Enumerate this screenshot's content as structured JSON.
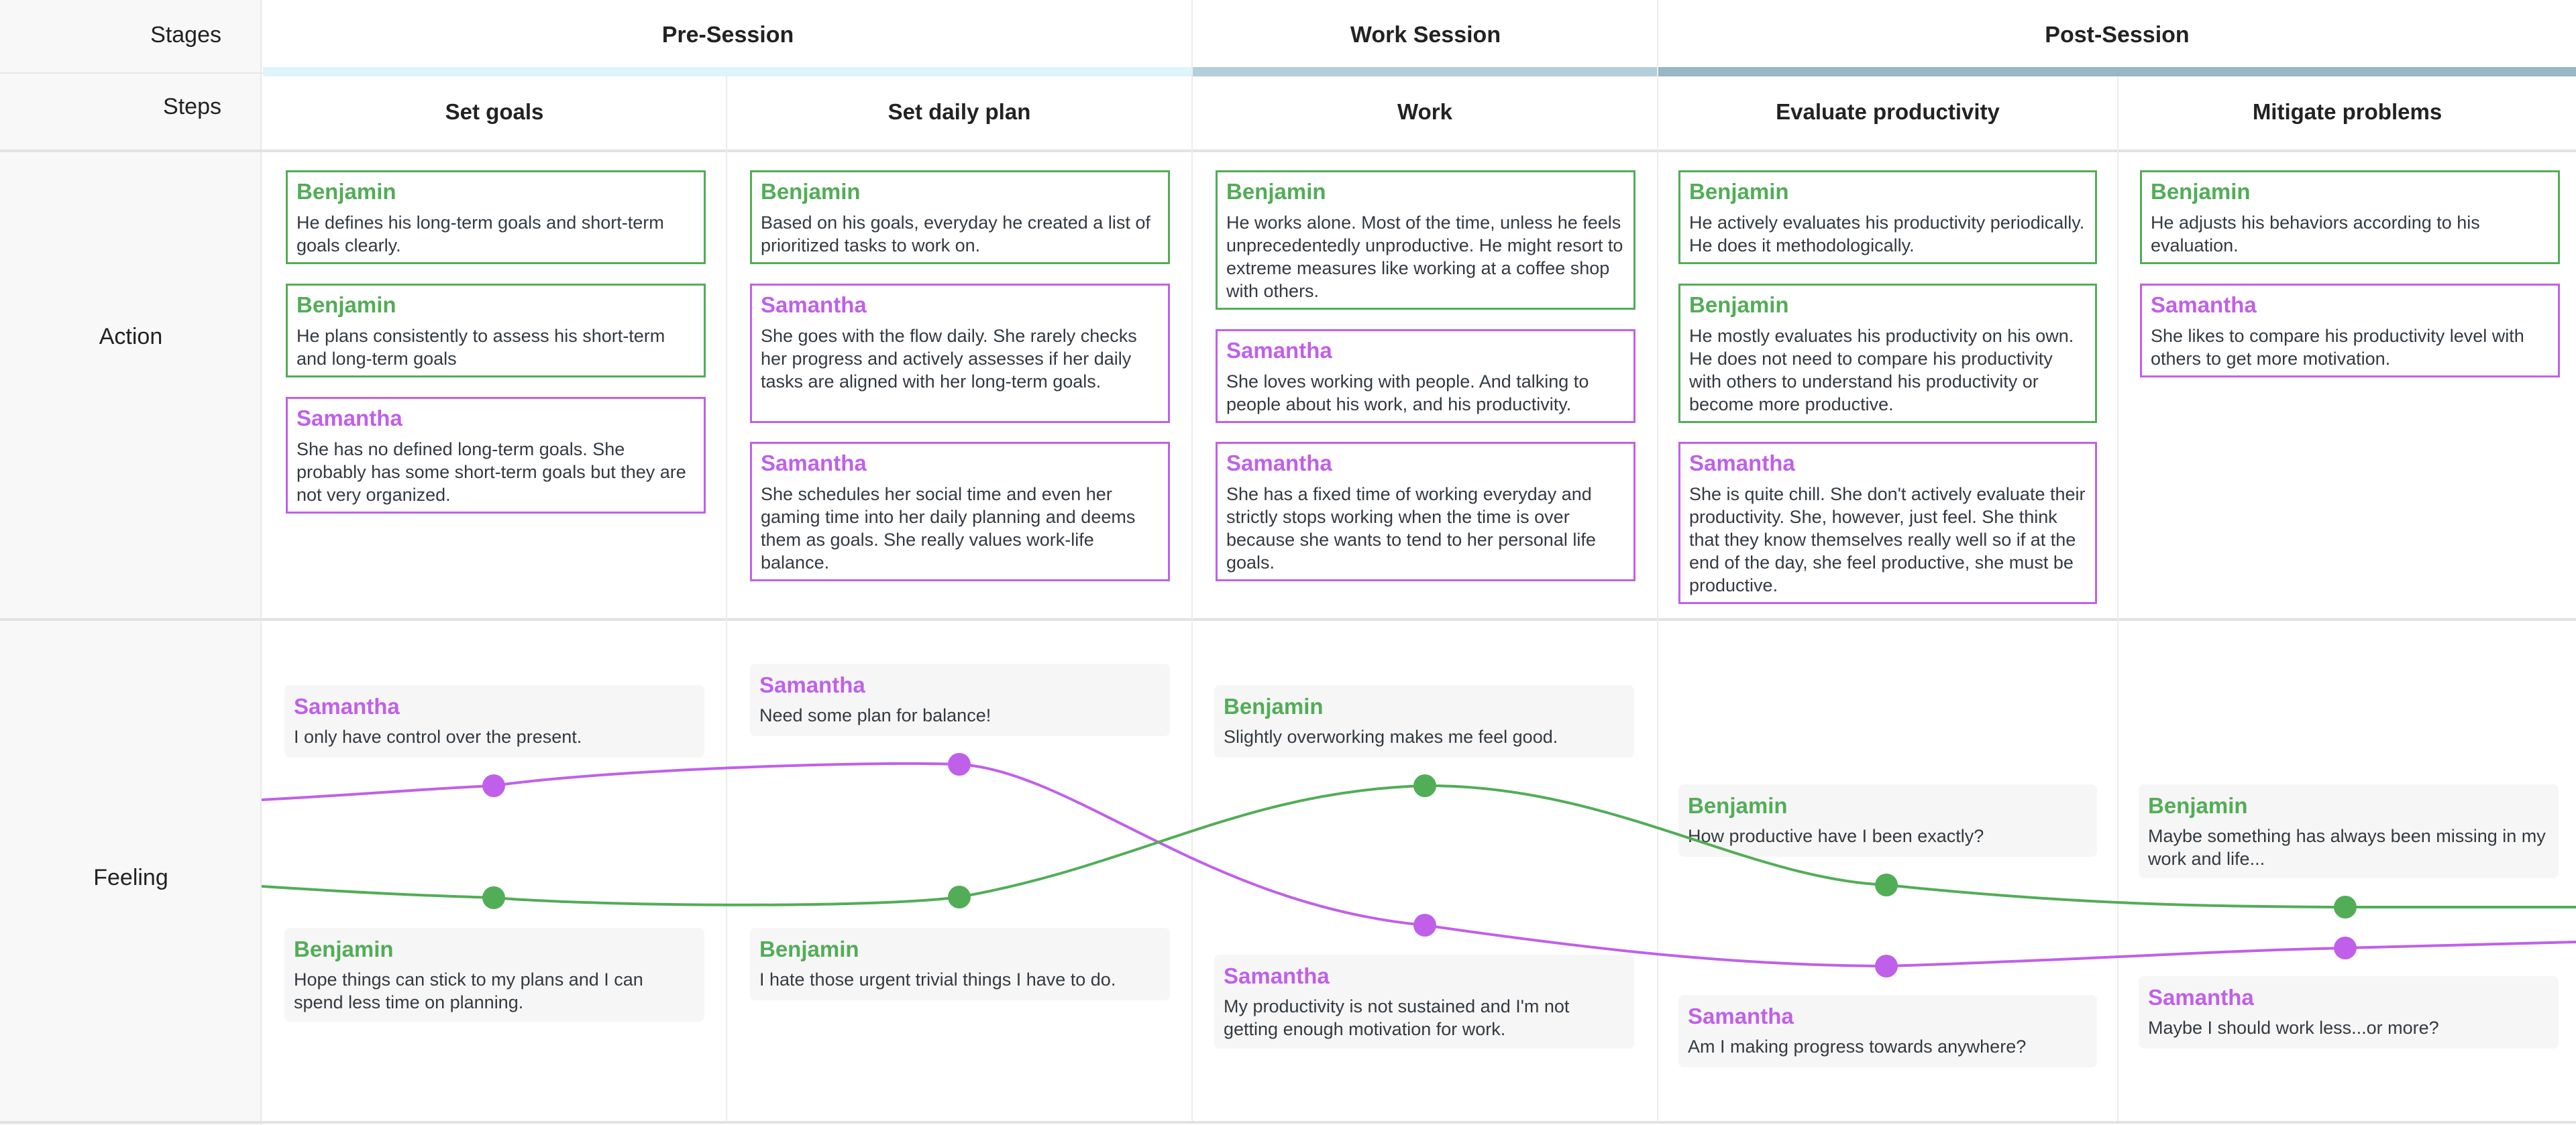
{
  "labels": {
    "stages": "Stages",
    "steps": "Steps",
    "action": "Action",
    "feeling": "Feeling"
  },
  "colors": {
    "benjamin": "#52ad57",
    "samantha": "#c060ea",
    "stage_pre": "#def4fa",
    "stage_work": "#b4cfdb",
    "stage_post": "#98b6c4"
  },
  "stages": [
    {
      "name": "Pre-Session"
    },
    {
      "name": "Work Session"
    },
    {
      "name": "Post-Session"
    }
  ],
  "steps": [
    {
      "name": "Set goals"
    },
    {
      "name": "Set daily plan"
    },
    {
      "name": "Work"
    },
    {
      "name": "Evaluate productivity"
    },
    {
      "name": "Mitigate problems"
    }
  ],
  "actions": {
    "set_goals": [
      {
        "who": "Benjamin",
        "text": "He defines his long-term goals and short-term goals clearly."
      },
      {
        "who": "Benjamin",
        "text": "He plans consistently to assess his short-term and long-term goals"
      },
      {
        "who": "Samantha",
        "text": "She has no defined long-term goals. She probably has some short-term goals but they are not very organized."
      }
    ],
    "set_daily_plan": [
      {
        "who": "Benjamin",
        "text": "Based on his goals, everyday he created a list of prioritized tasks to work on."
      },
      {
        "who": "Samantha",
        "text": "She goes with the flow daily. She rarely checks her progress and actively assesses if her daily tasks are aligned with her long-term goals."
      },
      {
        "who": "Samantha",
        "text": "She schedules her social time and even her gaming time into her daily planning and deems them as goals. She really values work-life balance."
      }
    ],
    "work": [
      {
        "who": "Benjamin",
        "text": "He works alone. Most of the time, unless he feels unprecedentedly unproductive. He might resort to extreme measures like working at a coffee shop with others."
      },
      {
        "who": "Samantha",
        "text": "She loves working with people. And talking to people about his work, and his productivity."
      },
      {
        "who": "Samantha",
        "text": "She has a fixed time of working everyday and strictly stops working when the time is over because she wants to tend to her personal life goals."
      }
    ],
    "evaluate": [
      {
        "who": "Benjamin",
        "text": "He actively evaluates his productivity periodically. He does it methodologically."
      },
      {
        "who": "Benjamin",
        "text": "He mostly evaluates his productivity on his own. He does not need to compare his productivity with others to understand his productivity or become more productive."
      },
      {
        "who": "Samantha",
        "text": "She is quite chill. She don't actively evaluate their productivity. She, however, just feel. She think that they know themselves really well so if at the end of the day, she feel productive, she must be productive."
      }
    ],
    "mitigate": [
      {
        "who": "Benjamin",
        "text": "He adjusts his behaviors according to his evaluation."
      },
      {
        "who": "Samantha",
        "text": "She likes to compare his productivity level with others to get more motivation."
      }
    ]
  },
  "feelings": {
    "set_goals": {
      "samantha": {
        "who": "Samantha",
        "text": "I only have control over the present."
      },
      "benjamin": {
        "who": "Benjamin",
        "text": "Hope things can stick to my plans and I can spend less time on planning."
      }
    },
    "set_daily_plan": {
      "samantha": {
        "who": "Samantha",
        "text": "Need some plan for balance!"
      },
      "benjamin": {
        "who": "Benjamin",
        "text": "I hate those urgent trivial things I have to do."
      }
    },
    "work": {
      "benjamin": {
        "who": "Benjamin",
        "text": "Slightly overworking makes me feel good."
      },
      "samantha": {
        "who": "Samantha",
        "text": "My productivity is not sustained and I'm not getting enough motivation for work."
      }
    },
    "evaluate": {
      "benjamin": {
        "who": "Benjamin",
        "text": "How productive have I been exactly?"
      },
      "samantha": {
        "who": "Samantha",
        "text": "Am I making progress towards anywhere?"
      }
    },
    "mitigate": {
      "benjamin": {
        "who": "Benjamin",
        "text": "Maybe something has always been missing in my work and life..."
      },
      "samantha": {
        "who": "Samantha",
        "text": "Maybe I should work less...or more?"
      }
    }
  }
}
